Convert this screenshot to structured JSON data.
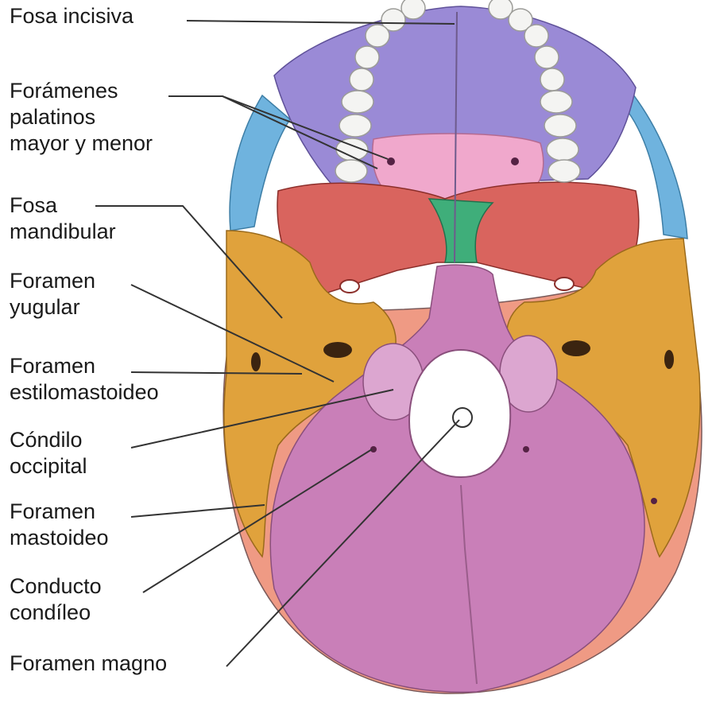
{
  "labels": [
    {
      "id": "fosa-incisiva",
      "lines": [
        "Fosa incisiva"
      ]
    },
    {
      "id": "foramenes-palatinos",
      "lines": [
        "Forámenes",
        "palatinos",
        "mayor y menor"
      ]
    },
    {
      "id": "fosa-mandibular",
      "lines": [
        "Fosa",
        "mandibular"
      ]
    },
    {
      "id": "foramen-yugular",
      "lines": [
        "Foramen",
        "yugular"
      ]
    },
    {
      "id": "foramen-estilomastoideo",
      "lines": [
        "Foramen",
        "estilomastoideo"
      ]
    },
    {
      "id": "condilo-occipital",
      "lines": [
        "Cóndilo",
        "occipital"
      ]
    },
    {
      "id": "foramen-mastoideo",
      "lines": [
        "Foramen",
        "mastoideo"
      ]
    },
    {
      "id": "conducto-condileo",
      "lines": [
        "Conducto",
        "condíleo"
      ]
    },
    {
      "id": "foramen-magno",
      "lines": [
        "Foramen magno"
      ]
    }
  ],
  "colors": {
    "occipital": "#c97fb8",
    "palatine": "#f0a8cc",
    "maxilla": "#9a8ad6",
    "sphenoid": "#d9645e",
    "temporal": "#e0a23c",
    "parietal": "#ef9a84",
    "zygomatic": "#6fb3de",
    "vomer": "#3fae7a",
    "teeth": "#f4f4f2",
    "leader": "#333333"
  }
}
